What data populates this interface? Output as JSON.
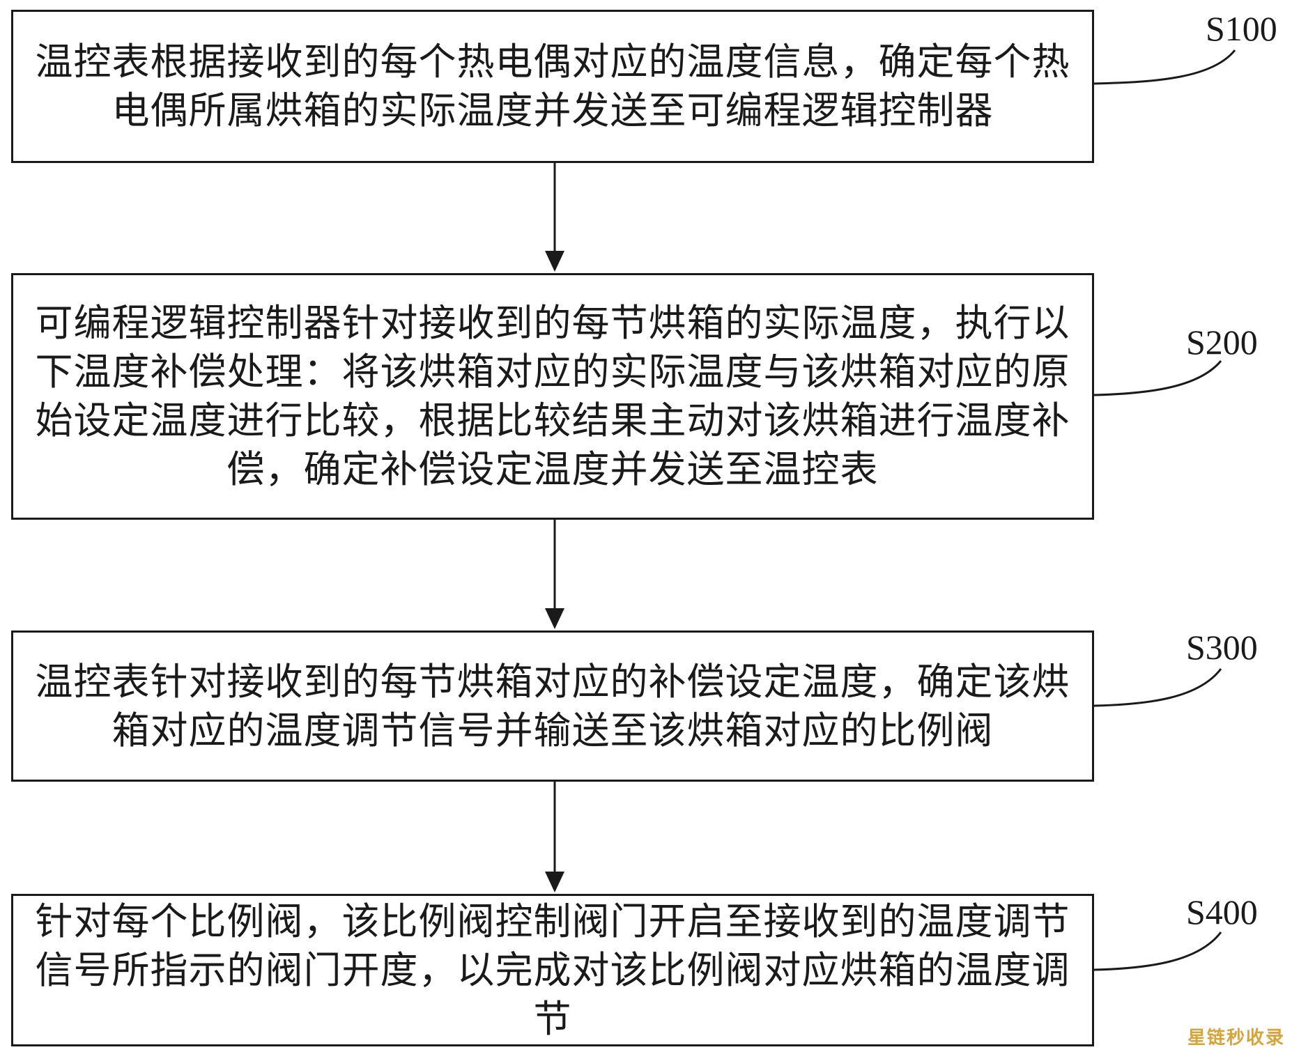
{
  "steps": [
    {
      "id": "S100",
      "label": "S100",
      "text": "温控表根据接收到的每个热电偶对应的温度信息，确定每个热电偶所属烘箱的实际温度并发送至可编程逻辑控制器"
    },
    {
      "id": "S200",
      "label": "S200",
      "text": "可编程逻辑控制器针对接收到的每节烘箱的实际温度，执行以下温度补偿处理：将该烘箱对应的实际温度与该烘箱对应的原始设定温度进行比较，根据比较结果主动对该烘箱进行温度补偿，确定补偿设定温度并发送至温控表"
    },
    {
      "id": "S300",
      "label": "S300",
      "text": "温控表针对接收到的每节烘箱对应的补偿设定温度，确定该烘箱对应的温度调节信号并输送至该烘箱对应的比例阀"
    },
    {
      "id": "S400",
      "label": "S400",
      "text": "针对每个比例阀，该比例阀控制阀门开启至接收到的温度调节信号所指示的阀门开度，以完成对该比例阀对应烘箱的温度调节"
    }
  ],
  "watermark": "星链秒收录",
  "colors": {
    "stroke": "#1a1a1a",
    "background": "#ffffff",
    "watermark": "#d7a43a"
  }
}
